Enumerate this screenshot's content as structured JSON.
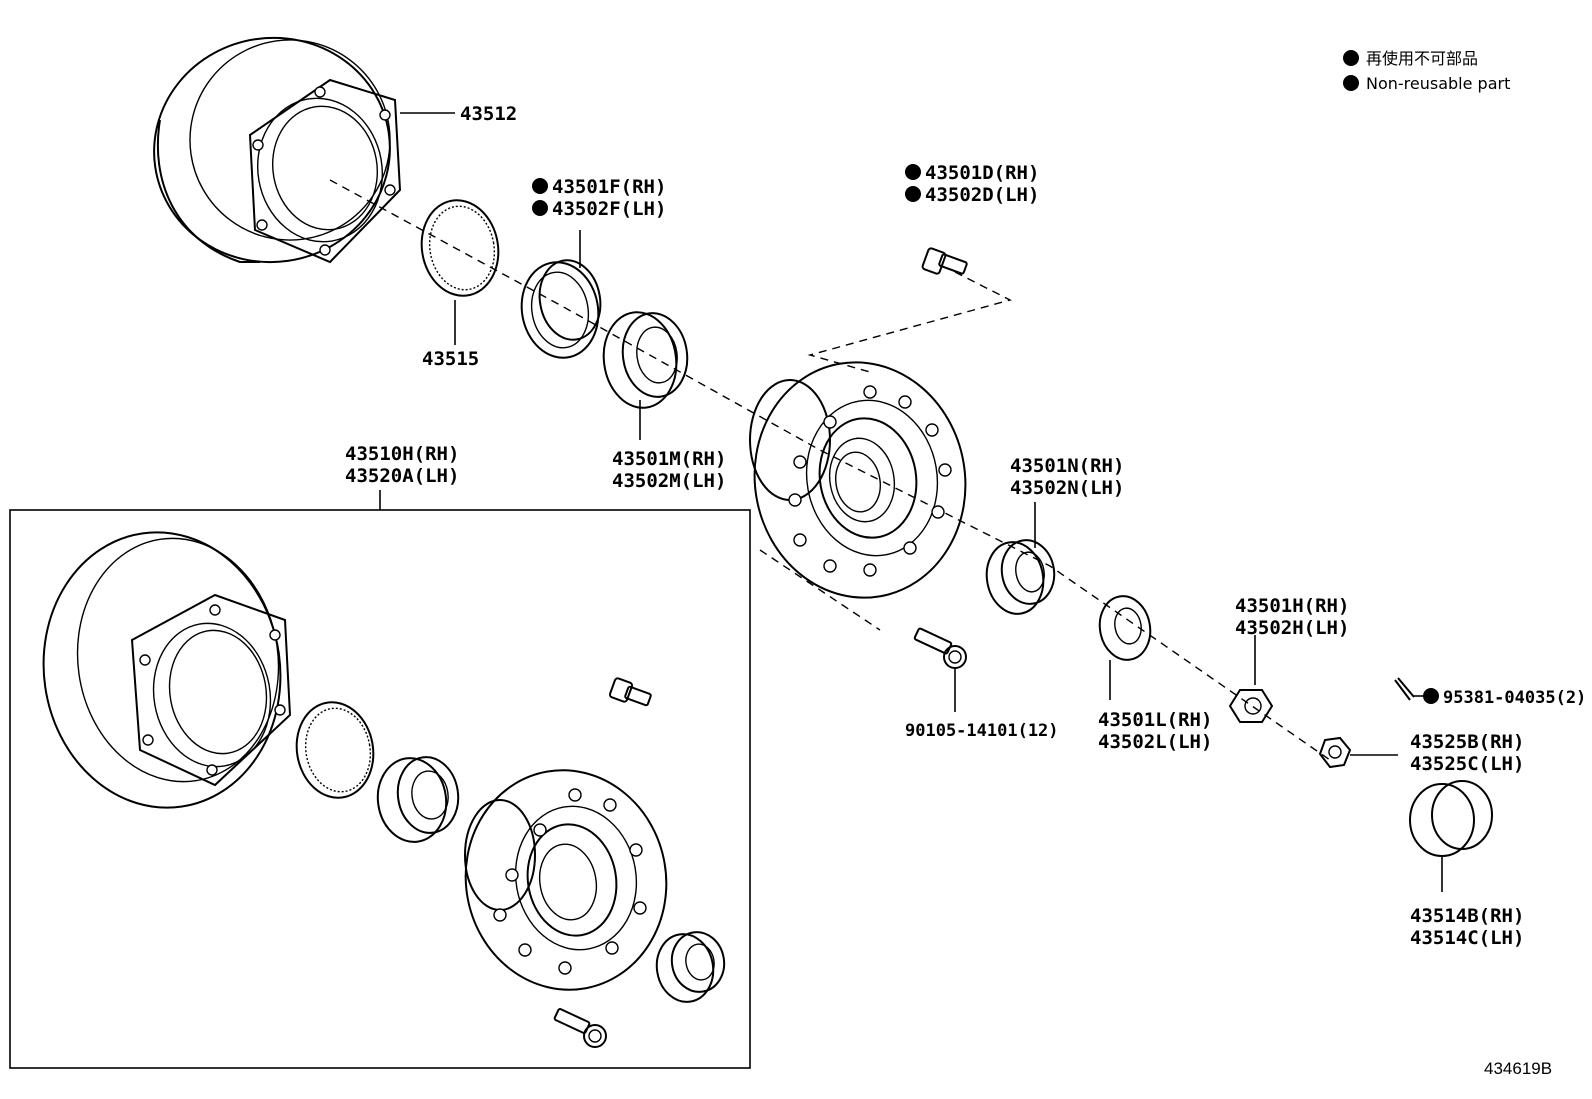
{
  "legend": {
    "items": [
      {
        "text": "再使用不可部品"
      },
      {
        "text": "Non-reusable part"
      }
    ]
  },
  "figure_number": "434619B",
  "callouts": {
    "disc_43512": {
      "text": "43512",
      "non_reusable": false
    },
    "abs_ring": {
      "text": "43515",
      "non_reusable": false
    },
    "oil_seal_rh": {
      "text": "43501F(RH)",
      "non_reusable": true
    },
    "oil_seal_lh": {
      "text": "43502F(LH)",
      "non_reusable": true
    },
    "hub_bolt_rh": {
      "text": "43501D(RH)",
      "non_reusable": true
    },
    "hub_bolt_lh": {
      "text": "43502D(LH)",
      "non_reusable": true
    },
    "inner_bearing_rh": {
      "text": "43501M(RH)",
      "non_reusable": false
    },
    "inner_bearing_lh": {
      "text": "43502M(LH)",
      "non_reusable": false
    },
    "hub_assy_rh": {
      "text": "43510H(RH)",
      "non_reusable": false
    },
    "hub_assy_lh": {
      "text": "43520A(LH)",
      "non_reusable": false
    },
    "outer_bearing_rh": {
      "text": "43501N(RH)",
      "non_reusable": false
    },
    "outer_bearing_lh": {
      "text": "43502N(LH)",
      "non_reusable": false
    },
    "washer_rh": {
      "text": "43501L(RH)",
      "non_reusable": false
    },
    "washer_lh": {
      "text": "43502L(LH)",
      "non_reusable": false
    },
    "hub_nut_rh": {
      "text": "43501H(RH)",
      "non_reusable": false
    },
    "hub_nut_lh": {
      "text": "43502H(LH)",
      "non_reusable": false
    },
    "bolt_90105": {
      "text": "90105-14101(12)",
      "non_reusable": false
    },
    "cotter_pin": {
      "text": "95381-04035(2)",
      "non_reusable": true
    },
    "lock_cap_rh": {
      "text": "43525B(RH)",
      "non_reusable": false
    },
    "lock_cap_lh": {
      "text": "43525C(LH)",
      "non_reusable": false
    },
    "grease_cap_rh": {
      "text": "43514B(RH)",
      "non_reusable": false
    },
    "grease_cap_lh": {
      "text": "43514C(LH)",
      "non_reusable": false
    }
  }
}
